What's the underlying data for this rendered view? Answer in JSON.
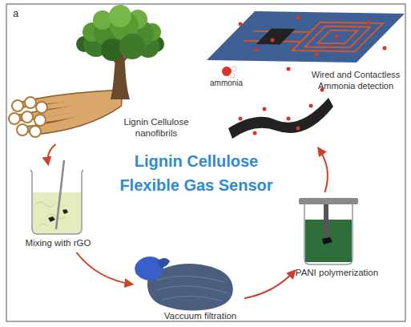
{
  "diagram": {
    "title": "Lignin Cellulose Flexible Gas Sensor",
    "nodes": [
      {
        "text": [
          "Lignin Cellulose nanofibrils"
        ]
      },
      {
        "text": [
          "Mixing with rGO"
        ]
      },
      {
        "text": [
          "Vaccuum filtration"
        ]
      },
      {
        "text": [
          "PANI polymerization"
        ]
      },
      {
        "text": [
          "Wired and Contactless Ammonia detection"
        ]
      }
    ],
    "edges": [
      {
        "from": 0,
        "to": 1,
        "arrow": "to"
      },
      {
        "from": 1,
        "to": 2,
        "arrow": "to"
      },
      {
        "from": 2,
        "to": 3,
        "arrow": "to"
      },
      {
        "from": 3,
        "to": 4,
        "arrow": "to"
      }
    ],
    "labels": [
      "a",
      "ammonia"
    ]
  }
}
